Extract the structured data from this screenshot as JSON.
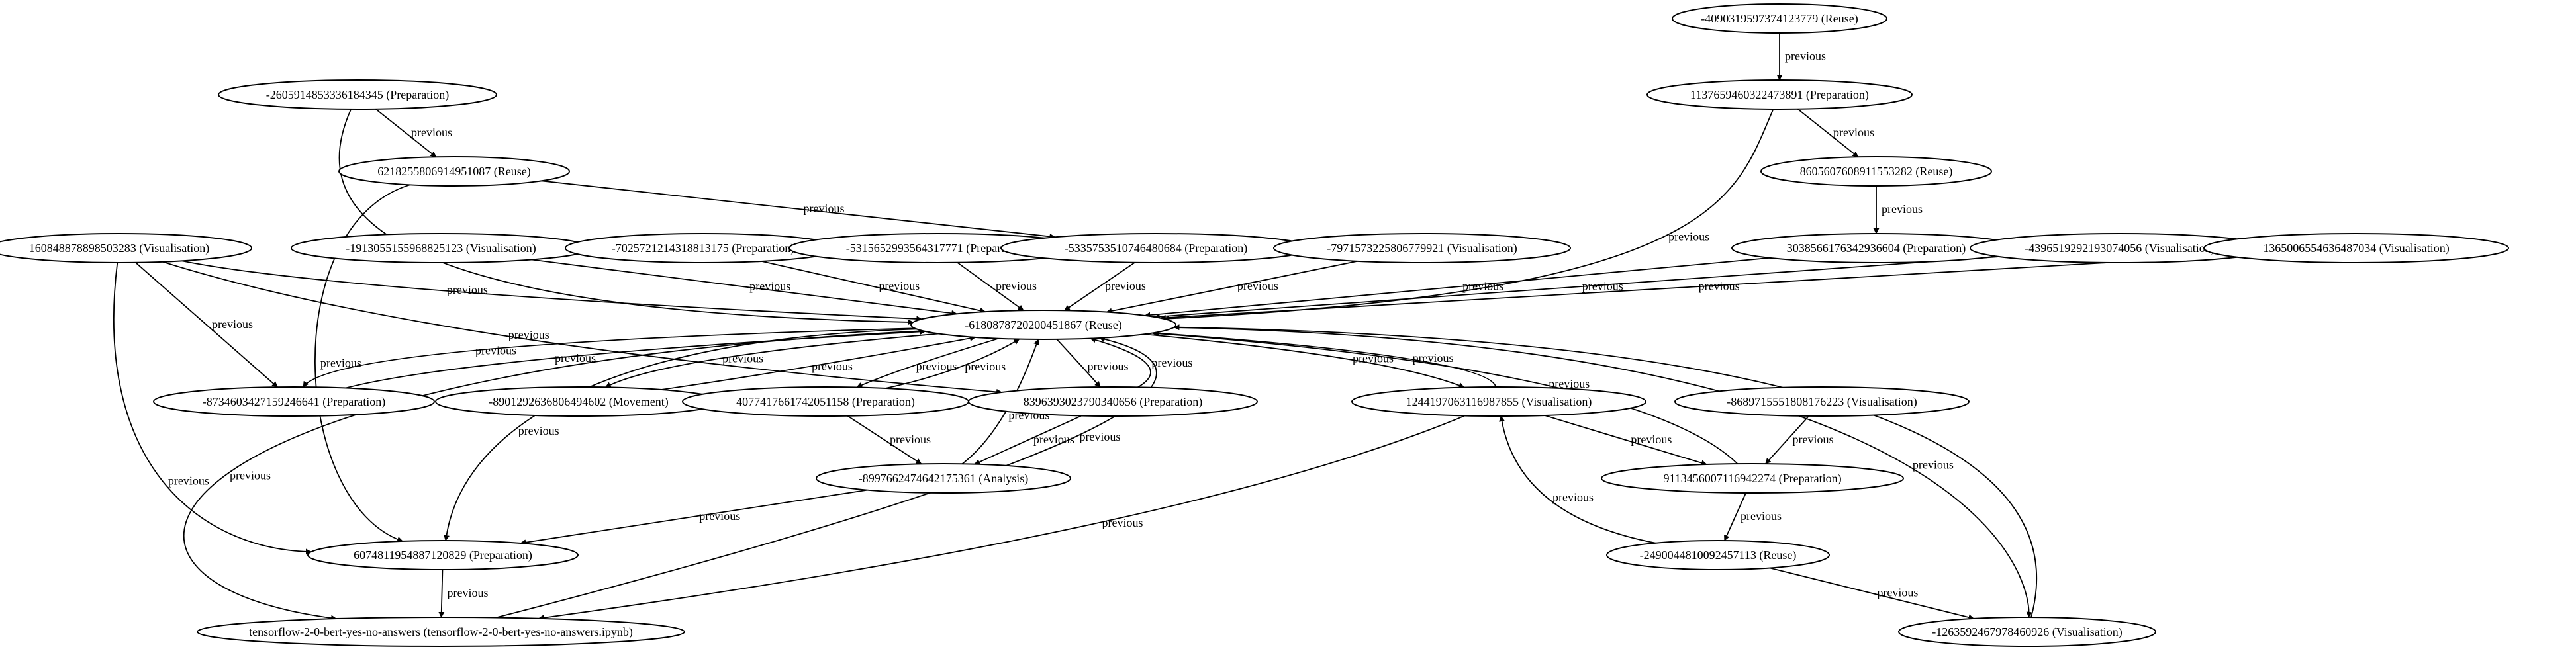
{
  "graph": {
    "edge_label": "previous",
    "nodes": [
      {
        "id": "n_hub",
        "label": "-6180878720200451867 (Reuse)"
      },
      {
        "id": "n_a1",
        "label": "-2605914853336184345 (Preparation)"
      },
      {
        "id": "n_a2",
        "label": "6218255806914951087 (Reuse)"
      },
      {
        "id": "n_vis1",
        "label": "1608488788985032​83 (Visualisation)"
      },
      {
        "id": "n_v2",
        "label": "-1913055155968825123 (Visualisation)"
      },
      {
        "id": "n_p1",
        "label": "-7025721214318813175 (Preparation)"
      },
      {
        "id": "n_p2",
        "label": "-5315652993564317771 (Preparation)"
      },
      {
        "id": "n_p3",
        "label": "-5335753510746480684 (Preparation)"
      },
      {
        "id": "n_v3",
        "label": "-7971573225806779921 (Visualisation)"
      },
      {
        "id": "n_top",
        "label": "-4090319597374123779 (Reuse)"
      },
      {
        "id": "n_t1",
        "label": "1137659460322473891 (Preparation)"
      },
      {
        "id": "n_t2",
        "label": "8605607608911553282 (Reuse)"
      },
      {
        "id": "n_t3",
        "label": "3038566176342936604 (Preparation)"
      },
      {
        "id": "n_v4",
        "label": "-4396519292193074056 (Visualisation)"
      },
      {
        "id": "n_v5",
        "label": "1365006554636487034 (Visualisation)"
      },
      {
        "id": "n_p4",
        "label": "-8734603427159246641 (Preparation)"
      },
      {
        "id": "n_m1",
        "label": "-8901292636806494602 (Movement)"
      },
      {
        "id": "n_p5",
        "label": "4077417661742051158 (Preparation)"
      },
      {
        "id": "n_p6",
        "label": "8396393023790340656 (Preparation)"
      },
      {
        "id": "n_v6",
        "label": "1244197063116987855 (Visualisation)"
      },
      {
        "id": "n_v7",
        "label": "-8689715551808176223 (Visualisation)"
      },
      {
        "id": "n_an",
        "label": "-8997662474642175361 (Analysis)"
      },
      {
        "id": "n_p7",
        "label": "9113456007116942274 (Preparation)"
      },
      {
        "id": "n_p8",
        "label": "6074811954887120829 (Preparation)"
      },
      {
        "id": "n_r2",
        "label": "-2490044810092457113 (Reuse)"
      },
      {
        "id": "n_v8",
        "label": "-1263592467978460926 (Visualisation)"
      },
      {
        "id": "n_tf",
        "label": "tensorflow-2-0-bert-yes-no-answers (tensorflow-2-0-bert-yes-no-answers.ipynb)"
      }
    ]
  }
}
